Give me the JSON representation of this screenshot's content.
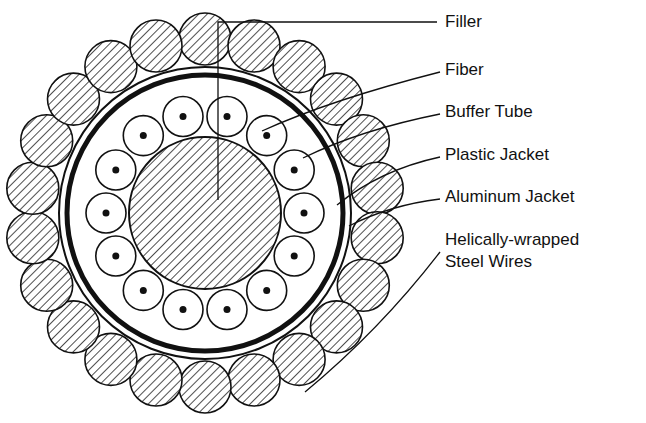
{
  "diagram": {
    "labels": [
      "Filler",
      "Fiber",
      "Buffer Tube",
      "Plastic Jacket",
      "Aluminum Jacket",
      "Helically-wrapped Steel Wires"
    ]
  }
}
